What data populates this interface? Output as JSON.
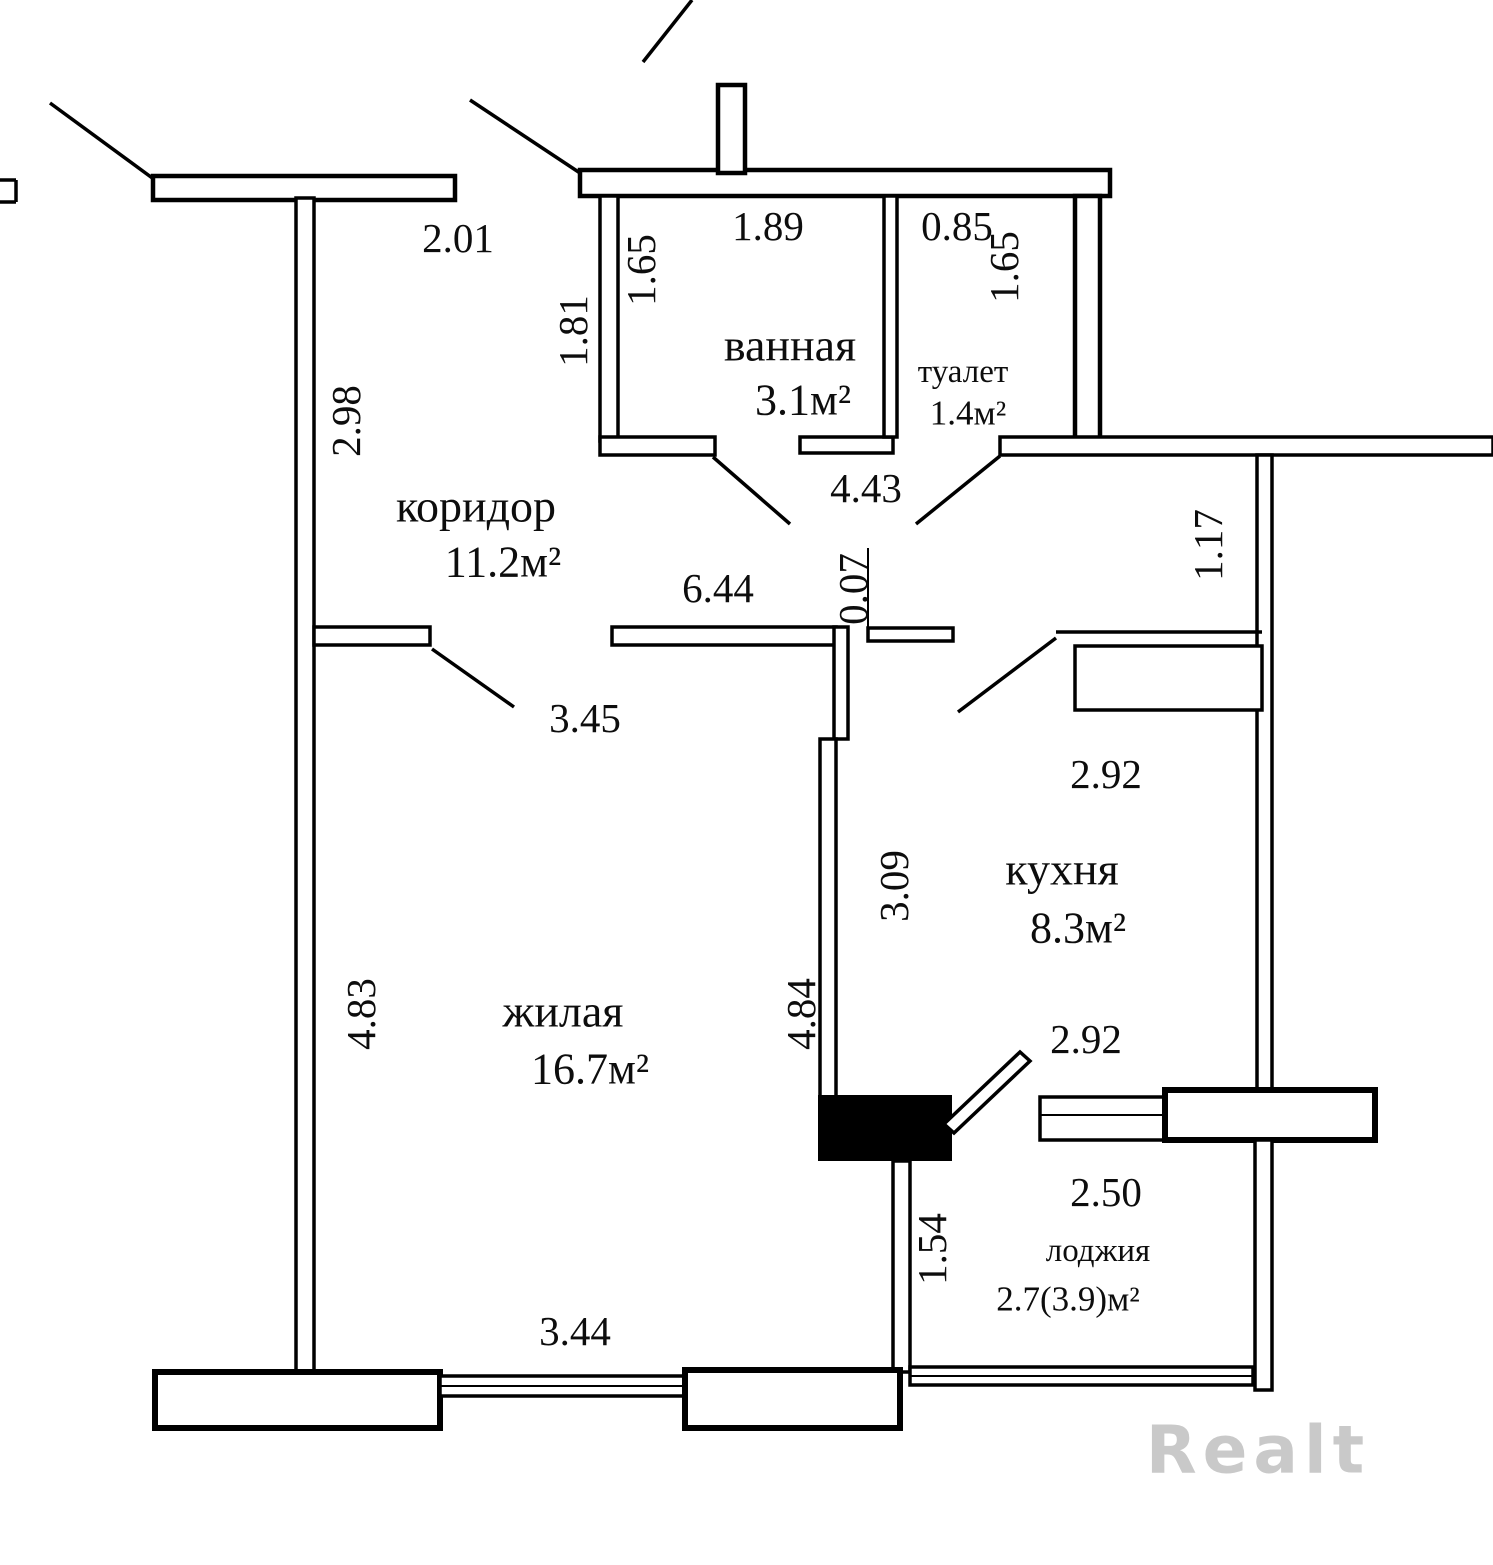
{
  "plan": {
    "rooms": {
      "bathroom": {
        "label": "ванная",
        "area": "3.1м²"
      },
      "toilet": {
        "label": "туалет",
        "area": "1.4м²"
      },
      "corridor": {
        "label": "коридор",
        "area": "11.2м²"
      },
      "living": {
        "label": "жилая",
        "area": "16.7м²"
      },
      "kitchen": {
        "label": "кухня",
        "area": "8.3м²"
      },
      "loggia": {
        "label": "лоджия",
        "area": "2.7(3.9)м²"
      }
    },
    "dims": {
      "top_left_width": "2.01",
      "bathroom_width": "1.89",
      "toilet_width": "0.85",
      "bathroom_height_left": "1.65",
      "toilet_height_right": "1.65",
      "bathroom_wall_offset": "1.81",
      "corridor_left_height": "2.98",
      "bathroom_bottom_width": "4.43",
      "corridor_width": "6.44",
      "wall_jog": "0.07",
      "right_wall_offset": "1.17",
      "living_top_width": "3.45",
      "kitchen_width_top": "2.92",
      "kitchen_height": "3.09",
      "living_height_left": "4.83",
      "living_height_right": "4.84",
      "kitchen_width_bottom": "2.92",
      "loggia_width": "2.50",
      "loggia_height": "1.54",
      "living_bottom_width": "3.44"
    },
    "watermark": "Realt"
  }
}
